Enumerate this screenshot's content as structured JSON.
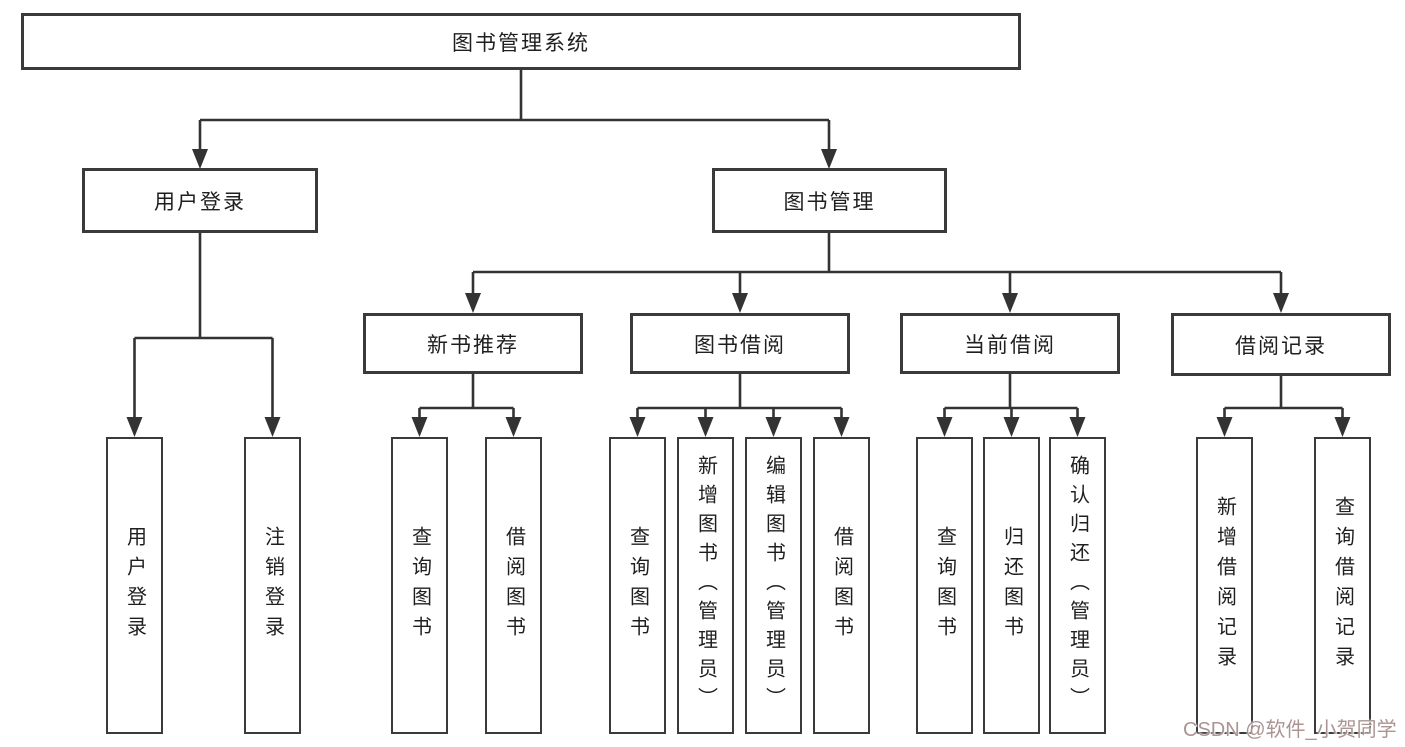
{
  "tree": {
    "root": "图书管理系统",
    "user_login": {
      "label": "用户登录",
      "leaves": [
        "用户登录",
        "注销登录"
      ]
    },
    "book_mgmt": {
      "label": "图书管理",
      "groups": [
        {
          "label": "新书推荐",
          "leaves": [
            "查询图书",
            "借阅图书"
          ]
        },
        {
          "label": "图书借阅",
          "leaves": [
            "查询图书",
            "新增图书（管理员）",
            "编辑图书（管理员）",
            "借阅图书"
          ]
        },
        {
          "label": "当前借阅",
          "leaves": [
            "查询图书",
            "归还图书",
            "确认归还（管理员）"
          ]
        },
        {
          "label": "借阅记录",
          "leaves": [
            "新增借阅记录",
            "查询借阅记录"
          ]
        }
      ]
    }
  },
  "watermark": {
    "text": "CSDN @软件_小贺同学"
  },
  "colors": {
    "line": "#333333",
    "box_border": "#3a3a3a",
    "text": "#1f1f1f",
    "watermark": "#ab9492"
  }
}
